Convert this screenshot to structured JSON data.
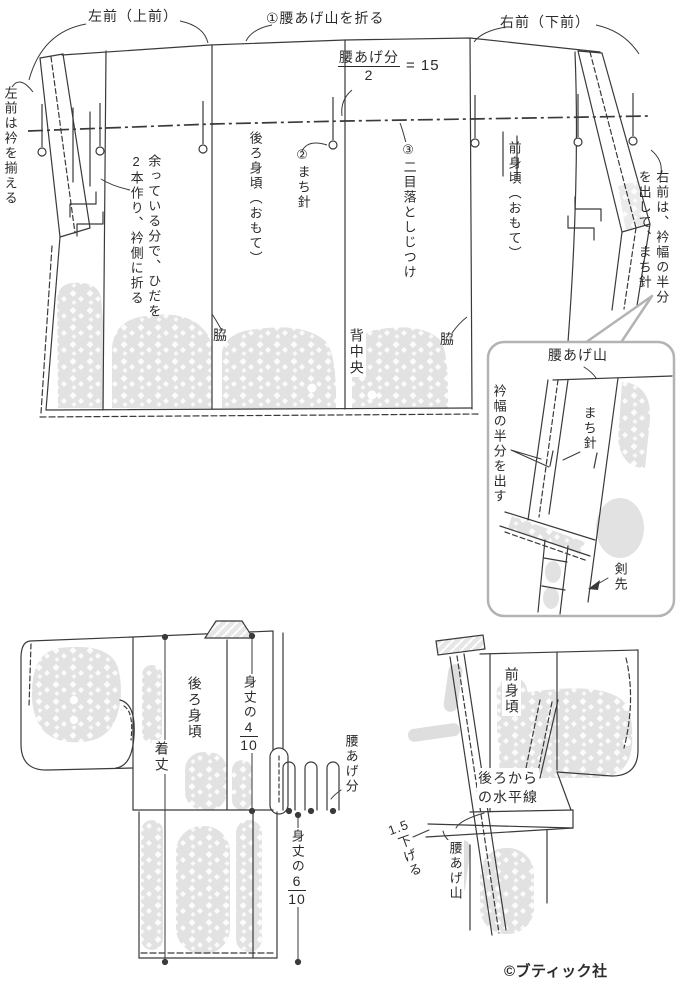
{
  "colors": {
    "line": "#3a3a3a",
    "inset_border": "#b3b3b3",
    "pattern_gray": "#e2e2e2"
  },
  "main": {
    "label_left_front": "左前（上前）",
    "step1": "①腰あげ山を折る",
    "formula": {
      "numerator": "腰あげ分",
      "denominator": "2",
      "result": "= 15"
    },
    "label_right_front": "右前（下前）",
    "left_note": "左前は衿を揃える",
    "pleat_note_1": "余っている分で、ひだを",
    "pleat_note_2": "2本作り、衿側に折る",
    "back_body": "後ろ身頃（おもて）",
    "step2": "②まち針",
    "step3": "③二目落としじつけ",
    "front_body": "前身頃（おもて）",
    "right_note_1": "右前は、衿幅の半分",
    "right_note_2": "を出して、まち針",
    "side_left": "脇",
    "back_center": "背中央",
    "side_right": "脇"
  },
  "inset": {
    "title": "腰あげ山",
    "collar_note": "衿幅の半分を出す",
    "pin": "まち針",
    "tip": "剣先"
  },
  "back_view": {
    "body": "後ろ身頃",
    "wear_length": "着丈",
    "len4_prefix": "身丈の",
    "len4_num": "4",
    "len4_den": "10",
    "tuck": "腰あげ分",
    "len6_prefix": "身丈の",
    "len6_num": "6",
    "len6_den": "10"
  },
  "front_view": {
    "body": "前身頃",
    "hline_1": "後ろから",
    "hline_2": "の水平線",
    "drop_value": "1.5",
    "drop_text": "下げる",
    "tuck_fold": "腰あげ山"
  },
  "footer": {
    "copyright": "©ブティック社"
  }
}
